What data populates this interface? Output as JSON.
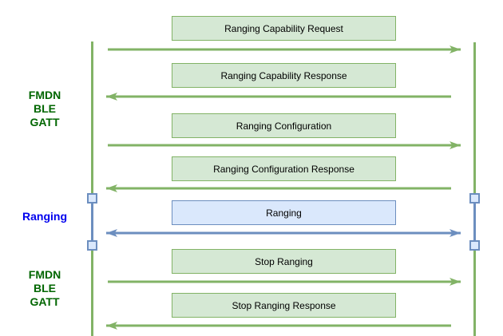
{
  "diagram": {
    "type": "sequence-diagram",
    "background": "#ffffff",
    "colors": {
      "green_fill": "#d5e8d4",
      "green_stroke": "#82b366",
      "blue_fill": "#dae8fc",
      "blue_stroke": "#6c8ebf",
      "green_label_text": "#006600",
      "blue_label_text": "#0000ee",
      "box_text": "#000000"
    },
    "side_labels": [
      {
        "id": "fmdn-ble-gatt-top",
        "lines": [
          "FMDN",
          "BLE",
          "GATT"
        ],
        "theme": "green"
      },
      {
        "id": "ranging-phase",
        "lines": [
          "Ranging"
        ],
        "theme": "blue"
      },
      {
        "id": "fmdn-ble-gatt-bottom",
        "lines": [
          "FMDN",
          "BLE",
          "GATT"
        ],
        "theme": "green"
      }
    ],
    "messages": [
      {
        "label": "Ranging Capability Request",
        "direction": "right",
        "theme": "green"
      },
      {
        "label": "Ranging Capability Response",
        "direction": "left",
        "theme": "green"
      },
      {
        "label": "Ranging Configuration",
        "direction": "right",
        "theme": "green"
      },
      {
        "label": "Ranging Configuration Response",
        "direction": "left",
        "theme": "green"
      },
      {
        "label": "Ranging",
        "direction": "both",
        "theme": "blue"
      },
      {
        "label": "Stop Ranging",
        "direction": "right",
        "theme": "green"
      },
      {
        "label": "Stop Ranging Response",
        "direction": "left",
        "theme": "green"
      }
    ]
  }
}
